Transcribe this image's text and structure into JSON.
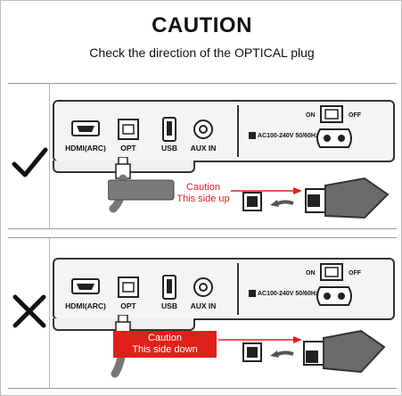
{
  "header": {
    "title": "CAUTION",
    "subtitle": "Check the direction of the OPTICAL plug"
  },
  "ports": {
    "hdmi": "HDMI(ARC)",
    "opt": "OPT",
    "usb": "USB",
    "aux": "AUX IN"
  },
  "power": {
    "on": "ON",
    "off": "OFF",
    "rating": "AC100-240V 50/60Hz"
  },
  "correct": {
    "callout_line1": "Caution",
    "callout_line2": "This side up"
  },
  "incorrect": {
    "callout_line1": "Caution",
    "callout_line2": "This side down"
  },
  "colors": {
    "accent": "#e0201a",
    "check": "#111111",
    "cross": "#111111"
  }
}
